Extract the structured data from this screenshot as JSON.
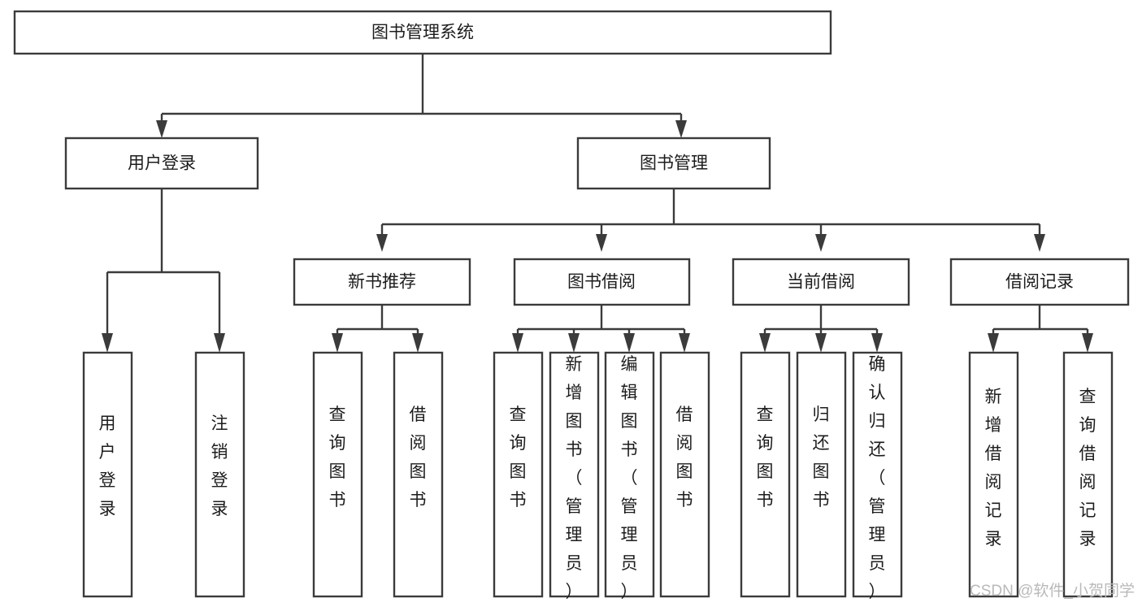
{
  "diagram": {
    "title": "图书管理系统",
    "type": "tree-hierarchy",
    "root": {
      "label": "图书管理系统"
    },
    "level2": [
      {
        "label": "用户登录"
      },
      {
        "label": "图书管理"
      }
    ],
    "level3": [
      {
        "label": "新书推荐"
      },
      {
        "label": "图书借阅"
      },
      {
        "label": "当前借阅"
      },
      {
        "label": "借阅记录"
      }
    ],
    "leaves": {
      "user_login": [
        {
          "label": "用户登录"
        },
        {
          "label": "注销登录"
        }
      ],
      "new_book_recommend": [
        {
          "label": "查询图书"
        },
        {
          "label": "借阅图书"
        }
      ],
      "book_borrow": [
        {
          "label": "查询图书"
        },
        {
          "label": "新增图书（管理员）"
        },
        {
          "label": "编辑图书（管理员）"
        },
        {
          "label": "借阅图书"
        }
      ],
      "current_borrow": [
        {
          "label": "查询图书"
        },
        {
          "label": "归还图书"
        },
        {
          "label": "确认归还（管理员）"
        }
      ],
      "borrow_record": [
        {
          "label": "新增借阅记录"
        },
        {
          "label": "查询借阅记录"
        }
      ]
    }
  },
  "watermark": {
    "text": "CSDN @软件_小贺同学"
  },
  "colors": {
    "box_stroke": "#3b3b3b",
    "box_fill": "#ffffff",
    "text": "#1c1c1c",
    "watermark": "#b9b9b9",
    "background": "#ffffff"
  }
}
